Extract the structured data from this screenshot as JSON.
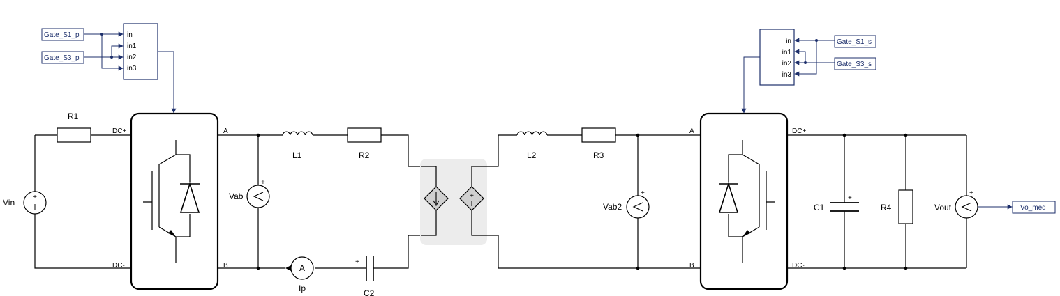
{
  "input_labels": {
    "gate_s1_p": "Gate_S1_p",
    "gate_s3_p": "Gate_S3_p",
    "gate_s1_s": "Gate_S1_s",
    "gate_s3_s": "Gate_S3_s",
    "vo_med": "Vo_med"
  },
  "demux_ports": [
    "in",
    "in1",
    "in2",
    "in3"
  ],
  "components": {
    "vin": "Vin",
    "r1": "R1",
    "l1": "L1",
    "r2": "R2",
    "vab": "Vab",
    "ip": "Ip",
    "c2": "C2",
    "l2": "L2",
    "r3": "R3",
    "vab2": "Vab2",
    "c1": "C1",
    "r4": "R4",
    "vout": "Vout"
  },
  "bridge_terminals": {
    "dc_plus": "DC+",
    "dc_minus": "DC-",
    "a": "A",
    "b": "B"
  },
  "polarity": {
    "plus": "+",
    "minus": "-"
  },
  "colors": {
    "wire": "#000000",
    "signal": "#1d2f6b",
    "transformer_bg": "#ececec",
    "dep_source_fill": "#d0d0d0"
  }
}
